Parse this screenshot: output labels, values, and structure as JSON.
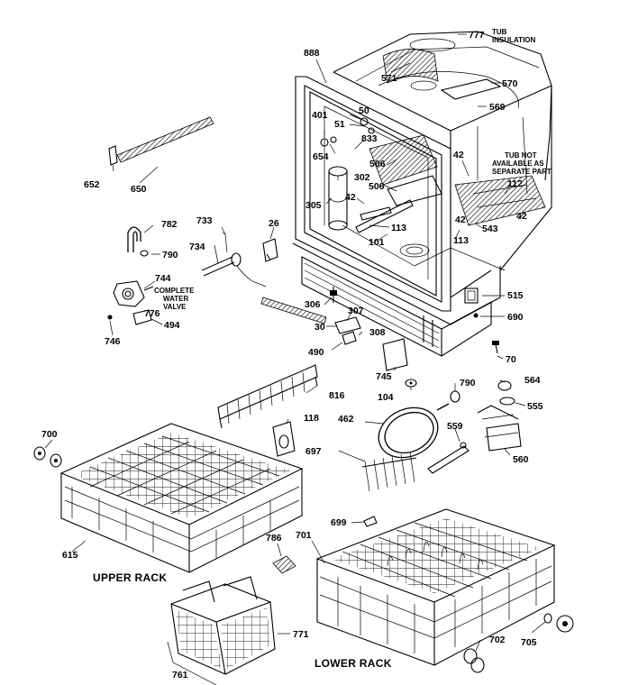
{
  "part_labels": [
    {
      "id": "p777",
      "text": "777"
    },
    {
      "id": "p888",
      "text": "888"
    },
    {
      "id": "p571",
      "text": "571"
    },
    {
      "id": "p570",
      "text": "570"
    },
    {
      "id": "p569",
      "text": "569"
    },
    {
      "id": "p50",
      "text": "50"
    },
    {
      "id": "p401",
      "text": "401"
    },
    {
      "id": "p51",
      "text": "51"
    },
    {
      "id": "p833",
      "text": "833"
    },
    {
      "id": "p654",
      "text": "654"
    },
    {
      "id": "p506a",
      "text": "506"
    },
    {
      "id": "p302",
      "text": "302"
    },
    {
      "id": "p506b",
      "text": "506"
    },
    {
      "id": "p42a",
      "text": "42"
    },
    {
      "id": "p112",
      "text": "112"
    },
    {
      "id": "p42b",
      "text": "42"
    },
    {
      "id": "p42c",
      "text": "42"
    },
    {
      "id": "p42d",
      "text": "42"
    },
    {
      "id": "p305",
      "text": "305"
    },
    {
      "id": "p113a",
      "text": "113"
    },
    {
      "id": "p113b",
      "text": "113"
    },
    {
      "id": "p543",
      "text": "543"
    },
    {
      "id": "p101",
      "text": "101"
    },
    {
      "id": "p652",
      "text": "652"
    },
    {
      "id": "p650",
      "text": "650"
    },
    {
      "id": "p782",
      "text": "782"
    },
    {
      "id": "p733",
      "text": "733"
    },
    {
      "id": "p26",
      "text": "26"
    },
    {
      "id": "p790a",
      "text": "790"
    },
    {
      "id": "p734",
      "text": "734"
    },
    {
      "id": "p744",
      "text": "744"
    },
    {
      "id": "p776",
      "text": "776"
    },
    {
      "id": "p494",
      "text": "494"
    },
    {
      "id": "p746",
      "text": "746"
    },
    {
      "id": "p515",
      "text": "515"
    },
    {
      "id": "p690",
      "text": "690"
    },
    {
      "id": "p306",
      "text": "306"
    },
    {
      "id": "p307",
      "text": "307"
    },
    {
      "id": "p30",
      "text": "30"
    },
    {
      "id": "p308",
      "text": "308"
    },
    {
      "id": "p490",
      "text": "490"
    },
    {
      "id": "p70",
      "text": "70"
    },
    {
      "id": "p745",
      "text": "745"
    },
    {
      "id": "p564",
      "text": "564"
    },
    {
      "id": "p790b",
      "text": "790"
    },
    {
      "id": "p104",
      "text": "104"
    },
    {
      "id": "p555",
      "text": "555"
    },
    {
      "id": "p816",
      "text": "816"
    },
    {
      "id": "p118",
      "text": "118"
    },
    {
      "id": "p462",
      "text": "462"
    },
    {
      "id": "p559",
      "text": "559"
    },
    {
      "id": "p700",
      "text": "700"
    },
    {
      "id": "p697",
      "text": "697"
    },
    {
      "id": "p560",
      "text": "560"
    },
    {
      "id": "p699",
      "text": "699"
    },
    {
      "id": "p615",
      "text": "615"
    },
    {
      "id": "p786",
      "text": "786"
    },
    {
      "id": "p701",
      "text": "701"
    },
    {
      "id": "p771",
      "text": "771"
    },
    {
      "id": "p702",
      "text": "702"
    },
    {
      "id": "p705",
      "text": "705"
    },
    {
      "id": "p761",
      "text": "761"
    }
  ],
  "notes": {
    "tub_insulation_1": "TUB",
    "tub_insulation_2": "INSULATION",
    "tub_not_1": "TUB NOT",
    "tub_not_2": "AVAILABLE AS",
    "tub_not_3": "SEPARATE PART",
    "valve_1": "COMPLETE",
    "valve_2": "WATER",
    "valve_3": "VALVE"
  },
  "captions": {
    "upper_rack": "UPPER RACK",
    "lower_rack": "LOWER RACK"
  }
}
